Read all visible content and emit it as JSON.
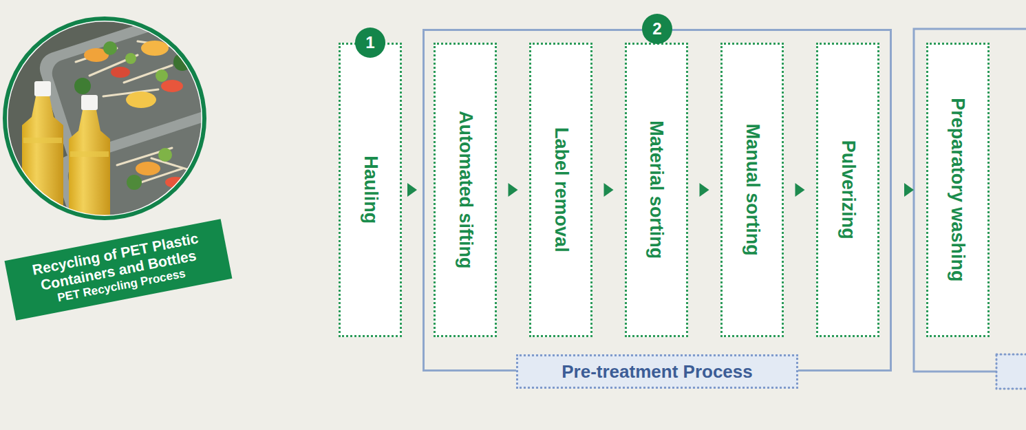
{
  "diagram": {
    "title": "Recycling of PET Plastic Containers and Bottles",
    "nodes": [
      {
        "text": [
          "Hauling"
        ]
      },
      {
        "text": [
          "Pre-treatment Process"
        ]
      },
      {
        "text": [
          "Automated sifting"
        ],
        "in": 1
      },
      {
        "text": [
          "Label removal"
        ],
        "in": 1
      },
      {
        "text": [
          "Material sorting"
        ],
        "in": 1
      },
      {
        "text": [
          "Manual sorting"
        ],
        "in": 1
      },
      {
        "text": [
          "Pulverizing"
        ],
        "in": 1
      },
      {
        "text": [
          "Preparatory washing"
        ]
      }
    ],
    "edges": [
      {
        "from": 0,
        "to": 1,
        "arrow": "to"
      },
      {
        "from": 2,
        "to": 3,
        "arrow": "to"
      },
      {
        "from": 3,
        "to": 4,
        "arrow": "to"
      },
      {
        "from": 4,
        "to": 5,
        "arrow": "to"
      },
      {
        "from": 5,
        "to": 6,
        "arrow": "to"
      },
      {
        "from": 1,
        "to": 7,
        "arrow": "to"
      }
    ],
    "labels": [
      "PET Recycling Process",
      "1",
      "2"
    ]
  }
}
